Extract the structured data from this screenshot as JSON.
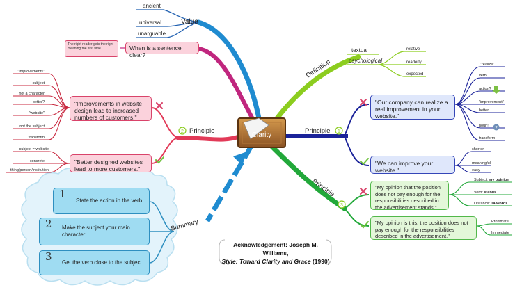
{
  "central": {
    "label": "Clarity"
  },
  "value": {
    "label": "Value",
    "children": [
      "ancient",
      "universal",
      "unarguable"
    ],
    "question": "When is a sentence clear?",
    "note": "The right reader gets the right meaning the first time"
  },
  "definition": {
    "label": "Definition",
    "textual": "textual",
    "psychological": "psychological",
    "psych_children": [
      "relative",
      "readerly",
      "expected"
    ]
  },
  "principle1": {
    "label": "Principle",
    "number": "1",
    "bad": "\"Our company can realize a real improvement in your website.\"",
    "bad_children": [
      "\"realize\"",
      "verb",
      "action?",
      "\"improvement\"",
      "better",
      "noun!",
      "transform"
    ],
    "good": "\"We can improve your website.\"",
    "good_children": [
      "shorter",
      "meaningful",
      "easy"
    ]
  },
  "principle2": {
    "label": "Principle",
    "number": "2",
    "bad": "\"Improvements in website design lead to increased numbers of customers.\"",
    "bad_children": [
      "\"Improvements\"",
      "subject",
      "not a character",
      "better?",
      "\"website\"",
      "not the subject",
      "transform"
    ],
    "good": "\"Better designed websites lead to more customers.\"",
    "good_children": [
      "subject = website",
      "concrete",
      "thing/person/institution"
    ]
  },
  "principle3": {
    "label": "Principle",
    "number": "3",
    "bad": "\"My opinion that the position does not pay enough for the responsibilities described in the advertisement stands.\"",
    "bad_subject_label": "Subject:",
    "bad_subject_value": "my opinion",
    "bad_verb_label": "Verb:",
    "bad_verb_value": "stands",
    "bad_distance_label": "Distance:",
    "bad_distance_value": "14 words",
    "good": "\"My opinion is this: the position does not pay enough for the responsibilities described in the advertisement.\"",
    "good_children": [
      "Proximate",
      "Immediate"
    ]
  },
  "summary": {
    "label": "Summary",
    "items": [
      {
        "num": "1",
        "text": "State the action in the verb"
      },
      {
        "num": "2",
        "text": "Make the subject your main character"
      },
      {
        "num": "3",
        "text": "Get the verb close to the subject"
      }
    ]
  },
  "acknowledgement": {
    "prefix": "Acknowledgement: ",
    "author": "Joseph M. Williams,",
    "title": "Style: Toward Clarity and Grace",
    "year": " (1990)"
  },
  "colors": {
    "value_branch": "#1f8bd0",
    "question_branch": "#c0267e",
    "definition_branch": "#8ccd1f",
    "principle1_branch": "#1a2299",
    "principle2_branch": "#e23a58",
    "principle3_branch": "#22a83a",
    "summary_cloud": "#e3f3fb"
  }
}
